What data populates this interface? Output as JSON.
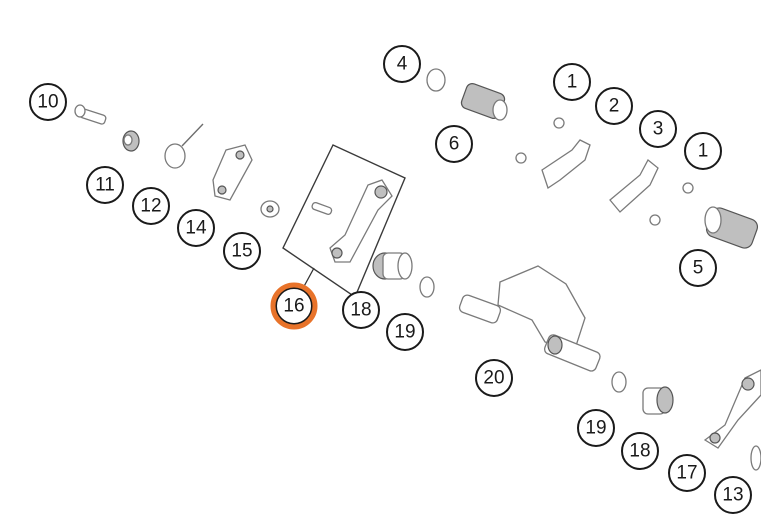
{
  "diagram": {
    "highlight_color": "#e8732a",
    "highlighted_callout": "16",
    "callouts": [
      {
        "label": "10"
      },
      {
        "label": "11"
      },
      {
        "label": "12"
      },
      {
        "label": "14"
      },
      {
        "label": "15"
      },
      {
        "label": "16"
      },
      {
        "label": "18"
      },
      {
        "label": "19"
      },
      {
        "label": "4"
      },
      {
        "label": "6"
      },
      {
        "label": "1"
      },
      {
        "label": "2"
      },
      {
        "label": "3"
      },
      {
        "label": "1"
      },
      {
        "label": "5"
      },
      {
        "label": "20"
      },
      {
        "label": "19"
      },
      {
        "label": "18"
      },
      {
        "label": "17"
      },
      {
        "label": "13"
      }
    ]
  }
}
